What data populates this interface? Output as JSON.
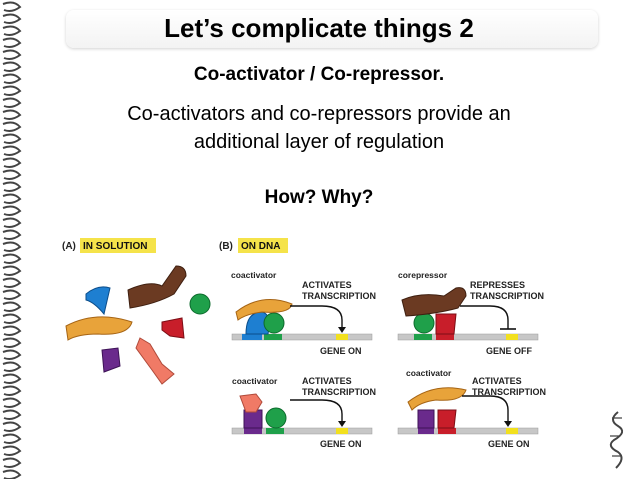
{
  "slide": {
    "title": "Let’s complicate things 2",
    "subtitle": "Co-activator / Co-repressor.",
    "body_line1": "Co-activators and co-repressors provide an",
    "body_line2": "additional layer of regulation",
    "question": "How? Why?"
  },
  "figure": {
    "panel_a": {
      "letter": "(A)",
      "label": "IN SOLUTION"
    },
    "panel_b": {
      "letter": "(B)",
      "label": "ON DNA"
    },
    "cells": [
      {
        "factor": "coactivator",
        "effect_line1": "ACTIVATES",
        "effect_line2": "TRANSCRIPTION",
        "gene": "GENE ON"
      },
      {
        "factor": "corepressor",
        "effect_line1": "REPRESSES",
        "effect_line2": "TRANSCRIPTION",
        "gene": "GENE OFF"
      },
      {
        "factor": "coactivator",
        "effect_line1": "ACTIVATES",
        "effect_line2": "TRANSCRIPTION",
        "gene": "GENE ON"
      },
      {
        "factor": "coactivator",
        "effect_line1": "ACTIVATES",
        "effect_line2": "TRANSCRIPTION",
        "gene": "GENE ON"
      }
    ]
  },
  "colors": {
    "label_highlight": "#f5e34a",
    "coactivator": "#e8a33a",
    "corepressor": "#6b3a22",
    "activator_blue": "#1e7fd1",
    "activator_green": "#1fa04a",
    "repressor_red": "#c81e2a",
    "purple": "#6a2a8c",
    "salmon": "#f07a66",
    "gene_yellow": "#f2e01e",
    "dna_gray": "#c7c7c7"
  }
}
